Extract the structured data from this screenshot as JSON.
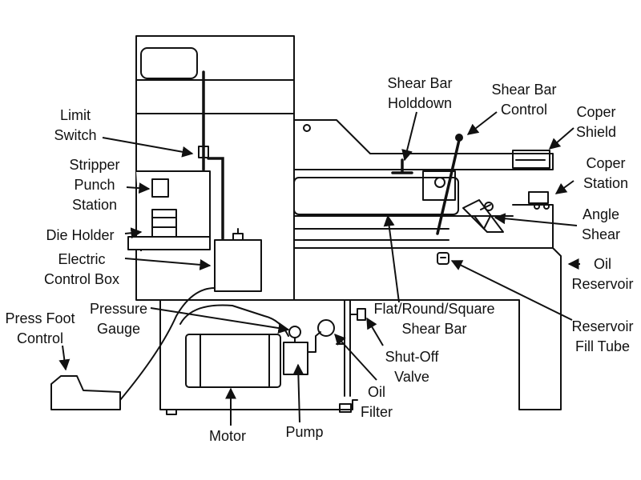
{
  "labels": {
    "limit_switch": [
      "Limit",
      "Switch"
    ],
    "stripper_punch": [
      "Stripper",
      "Punch",
      "Station"
    ],
    "die_holder": [
      "Die Holder"
    ],
    "electric_box": [
      "Electric",
      "Control Box"
    ],
    "press_foot": [
      "Press Foot",
      "Control"
    ],
    "pressure_gauge": [
      "Pressure",
      "Gauge"
    ],
    "motor": [
      "Motor"
    ],
    "pump": [
      "Pump"
    ],
    "oil_filter": [
      "Oil",
      "Filter"
    ],
    "shutoff_valve": [
      "Shut-Off",
      "Valve"
    ],
    "shear_bar": [
      "Flat/Round/Square",
      "Shear Bar"
    ],
    "reservoir_fill": [
      "Reservoir",
      "Fill Tube"
    ],
    "oil_reservoir": [
      "Oil",
      "Reservoir"
    ],
    "angle_shear": [
      "Angle",
      "Shear"
    ],
    "coper_station": [
      "Coper",
      "Station"
    ],
    "coper_shield": [
      "Coper",
      "Shield"
    ],
    "shear_bar_control": [
      "Shear Bar",
      "Control"
    ],
    "shear_bar_holddown": [
      "Shear Bar",
      "Holddown"
    ]
  }
}
